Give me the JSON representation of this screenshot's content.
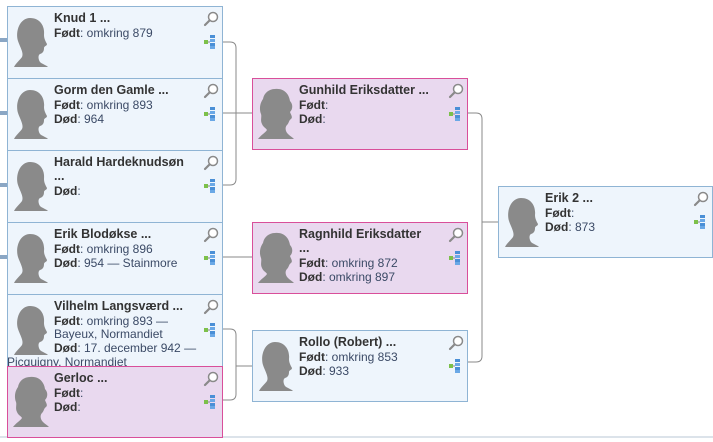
{
  "people": {
    "knud": {
      "name": "Knud 1 ...",
      "born_label": "Født",
      "born": ": omkring 879"
    },
    "gorm": {
      "name": "Gorm den Gamle ...",
      "born_label": "Født",
      "born": ": omkring 893",
      "died_label": "Død",
      "died": ": 964"
    },
    "harald": {
      "name": "Harald Hardeknudsøn\n...",
      "died_label": "Død",
      "died": ":"
    },
    "erik_b": {
      "name": "Erik Blodøkse ...",
      "born_label": "Født",
      "born": ": omkring 896",
      "died_label": "Død",
      "died": ": 954 — Stainmore"
    },
    "vilhelm": {
      "name": "Vilhelm Langsværd ...",
      "born_label": "Født",
      "born": ": omkring 893 —",
      "born_cont": "Bayeux, Normandiet",
      "died_label": "Død",
      "died": ": 17. december 942 —",
      "died_cont": "Picquigny, Normandiet"
    },
    "gerloc": {
      "name": "Gerloc ...",
      "born_label": "Født",
      "born": ":",
      "died_label": "Død",
      "died": ":"
    },
    "gunhild": {
      "name": "Gunhild Eriksdatter ...",
      "born_label": "Født",
      "born": ":",
      "died_label": "Død",
      "died": ":"
    },
    "ragnhild": {
      "name": "Ragnhild Eriksdatter\n...",
      "born_label": "Født",
      "born": ": omkring 872",
      "died_label": "Død",
      "died": ": omkring 897"
    },
    "rollo": {
      "name": "Rollo (Robert) ...",
      "born_label": "Født",
      "born": ": omkring 853",
      "died_label": "Død",
      "died": ": 933"
    },
    "erik2": {
      "name": "Erik 2 ...",
      "born_label": "Født",
      "born": ":",
      "died_label": "Død",
      "died": ": 873"
    }
  },
  "icons": {
    "zoom": "magnifier-icon",
    "tree": "family-tree-icon",
    "silhouette_male": "male-silhouette-icon",
    "silhouette_female": "female-silhouette-icon"
  },
  "colors": {
    "male_bg": "#eef5fc",
    "male_border": "#8fb4d4",
    "female_bg": "#e9d9ef",
    "female_border": "#d94f9a",
    "connector": "#8a8a8a"
  }
}
